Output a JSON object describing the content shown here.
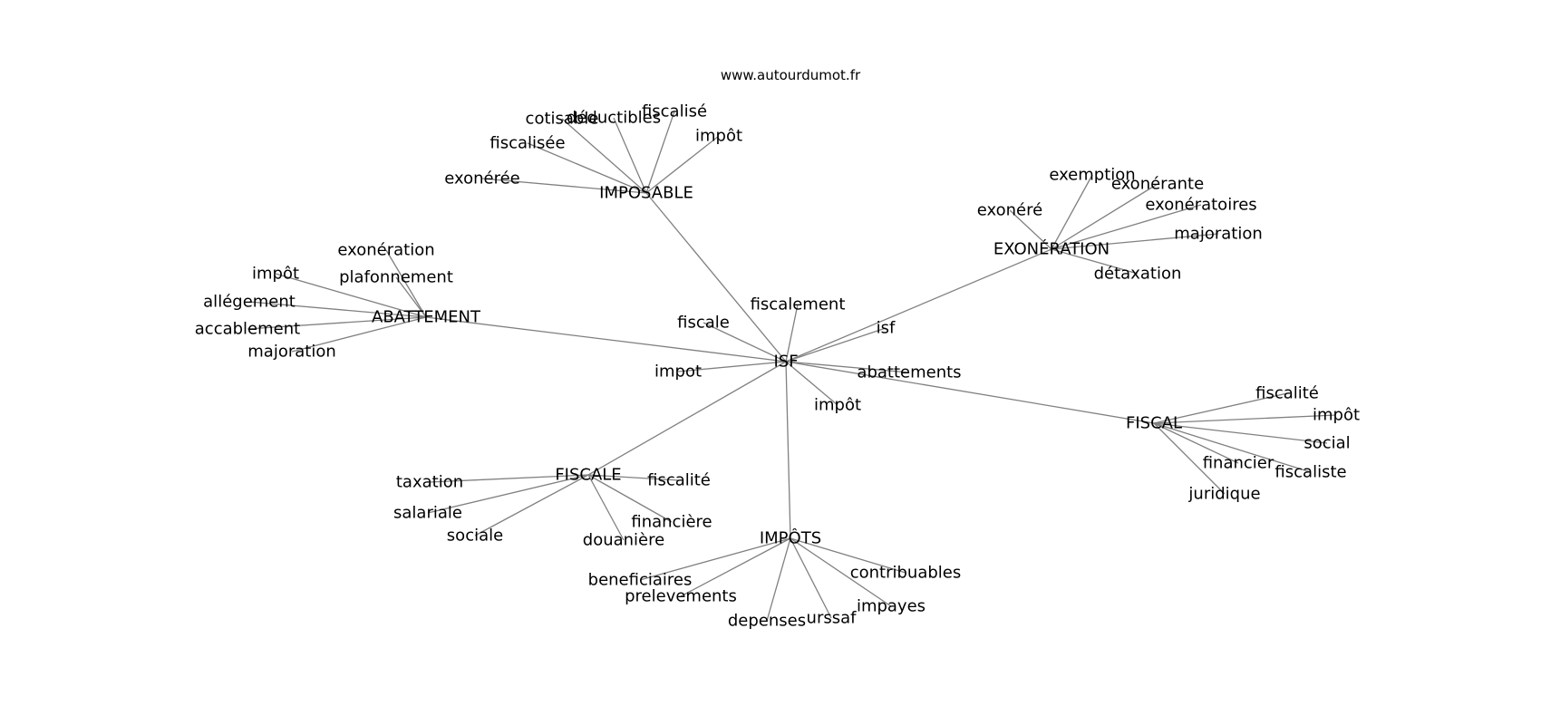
{
  "source": "www.autourdumot.fr",
  "colors": {
    "edge": "#808080",
    "text": "#000000",
    "background": "#ffffff"
  },
  "root": "ISF",
  "groups": [
    {
      "id": "imposable",
      "label": "IMPOSABLE",
      "children": [
        {
          "id": "imposable-cotisable",
          "label": "cotisable"
        },
        {
          "id": "imposable-deductibles",
          "label": "déductibles"
        },
        {
          "id": "imposable-fiscalise",
          "label": "fiscalisé"
        },
        {
          "id": "imposable-impot",
          "label": "impôt"
        },
        {
          "id": "imposable-fiscalisee",
          "label": "fiscalisée"
        },
        {
          "id": "imposable-exoneree",
          "label": "exonérée"
        }
      ]
    },
    {
      "id": "exoneration",
      "label": "EXONÉRATION",
      "children": [
        {
          "id": "exoneration-exemption",
          "label": "exemption"
        },
        {
          "id": "exoneration-exonerante",
          "label": "exonérante"
        },
        {
          "id": "exoneration-exoneratoires",
          "label": "exonératoires"
        },
        {
          "id": "exoneration-majoration",
          "label": "majoration"
        },
        {
          "id": "exoneration-detaxation",
          "label": "détaxation"
        },
        {
          "id": "exoneration-exonere",
          "label": "exonéré"
        }
      ]
    },
    {
      "id": "abattement",
      "label": "ABATTEMENT",
      "children": [
        {
          "id": "abattement-exoneration",
          "label": "exonération"
        },
        {
          "id": "abattement-impot",
          "label": "impôt"
        },
        {
          "id": "abattement-plafonnement",
          "label": "plafonnement"
        },
        {
          "id": "abattement-allegement",
          "label": "allégement"
        },
        {
          "id": "abattement-accablement",
          "label": "accablement"
        },
        {
          "id": "abattement-majoration",
          "label": "majoration"
        }
      ]
    },
    {
      "id": "fiscal",
      "label": "FISCAL",
      "children": [
        {
          "id": "fiscal-fiscalite",
          "label": "fiscalité"
        },
        {
          "id": "fiscal-impot",
          "label": "impôt"
        },
        {
          "id": "fiscal-social",
          "label": "social"
        },
        {
          "id": "fiscal-financier",
          "label": "financier"
        },
        {
          "id": "fiscal-fiscaliste",
          "label": "fiscaliste"
        },
        {
          "id": "fiscal-juridique",
          "label": "juridique"
        }
      ]
    },
    {
      "id": "fiscale",
      "label": "FISCALE",
      "children": [
        {
          "id": "fiscale-taxation",
          "label": "taxation"
        },
        {
          "id": "fiscale-fiscalite",
          "label": "fiscalité"
        },
        {
          "id": "fiscale-salariale",
          "label": "salariale"
        },
        {
          "id": "fiscale-sociale",
          "label": "sociale"
        },
        {
          "id": "fiscale-financiere",
          "label": "financière"
        },
        {
          "id": "fiscale-douaniere",
          "label": "douanière"
        }
      ]
    },
    {
      "id": "impots",
      "label": "IMPÔTS",
      "children": [
        {
          "id": "impots-beneficiaires",
          "label": "beneficiaires"
        },
        {
          "id": "impots-contribuables",
          "label": "contribuables"
        },
        {
          "id": "impots-prelevements",
          "label": "prelevements"
        },
        {
          "id": "impots-impayes",
          "label": "impayes"
        },
        {
          "id": "impots-depenses",
          "label": "depenses"
        },
        {
          "id": "impots-urssaf",
          "label": "urssaf"
        }
      ]
    }
  ],
  "leaves": [
    {
      "id": "isf-fiscalement",
      "label": "fiscalement"
    },
    {
      "id": "isf-fiscale",
      "label": "fiscale"
    },
    {
      "id": "isf-isf",
      "label": "isf"
    },
    {
      "id": "isf-impot",
      "label": "impot"
    },
    {
      "id": "isf-abattements",
      "label": "abattements"
    },
    {
      "id": "isf-impot2",
      "label": "impôt"
    }
  ]
}
